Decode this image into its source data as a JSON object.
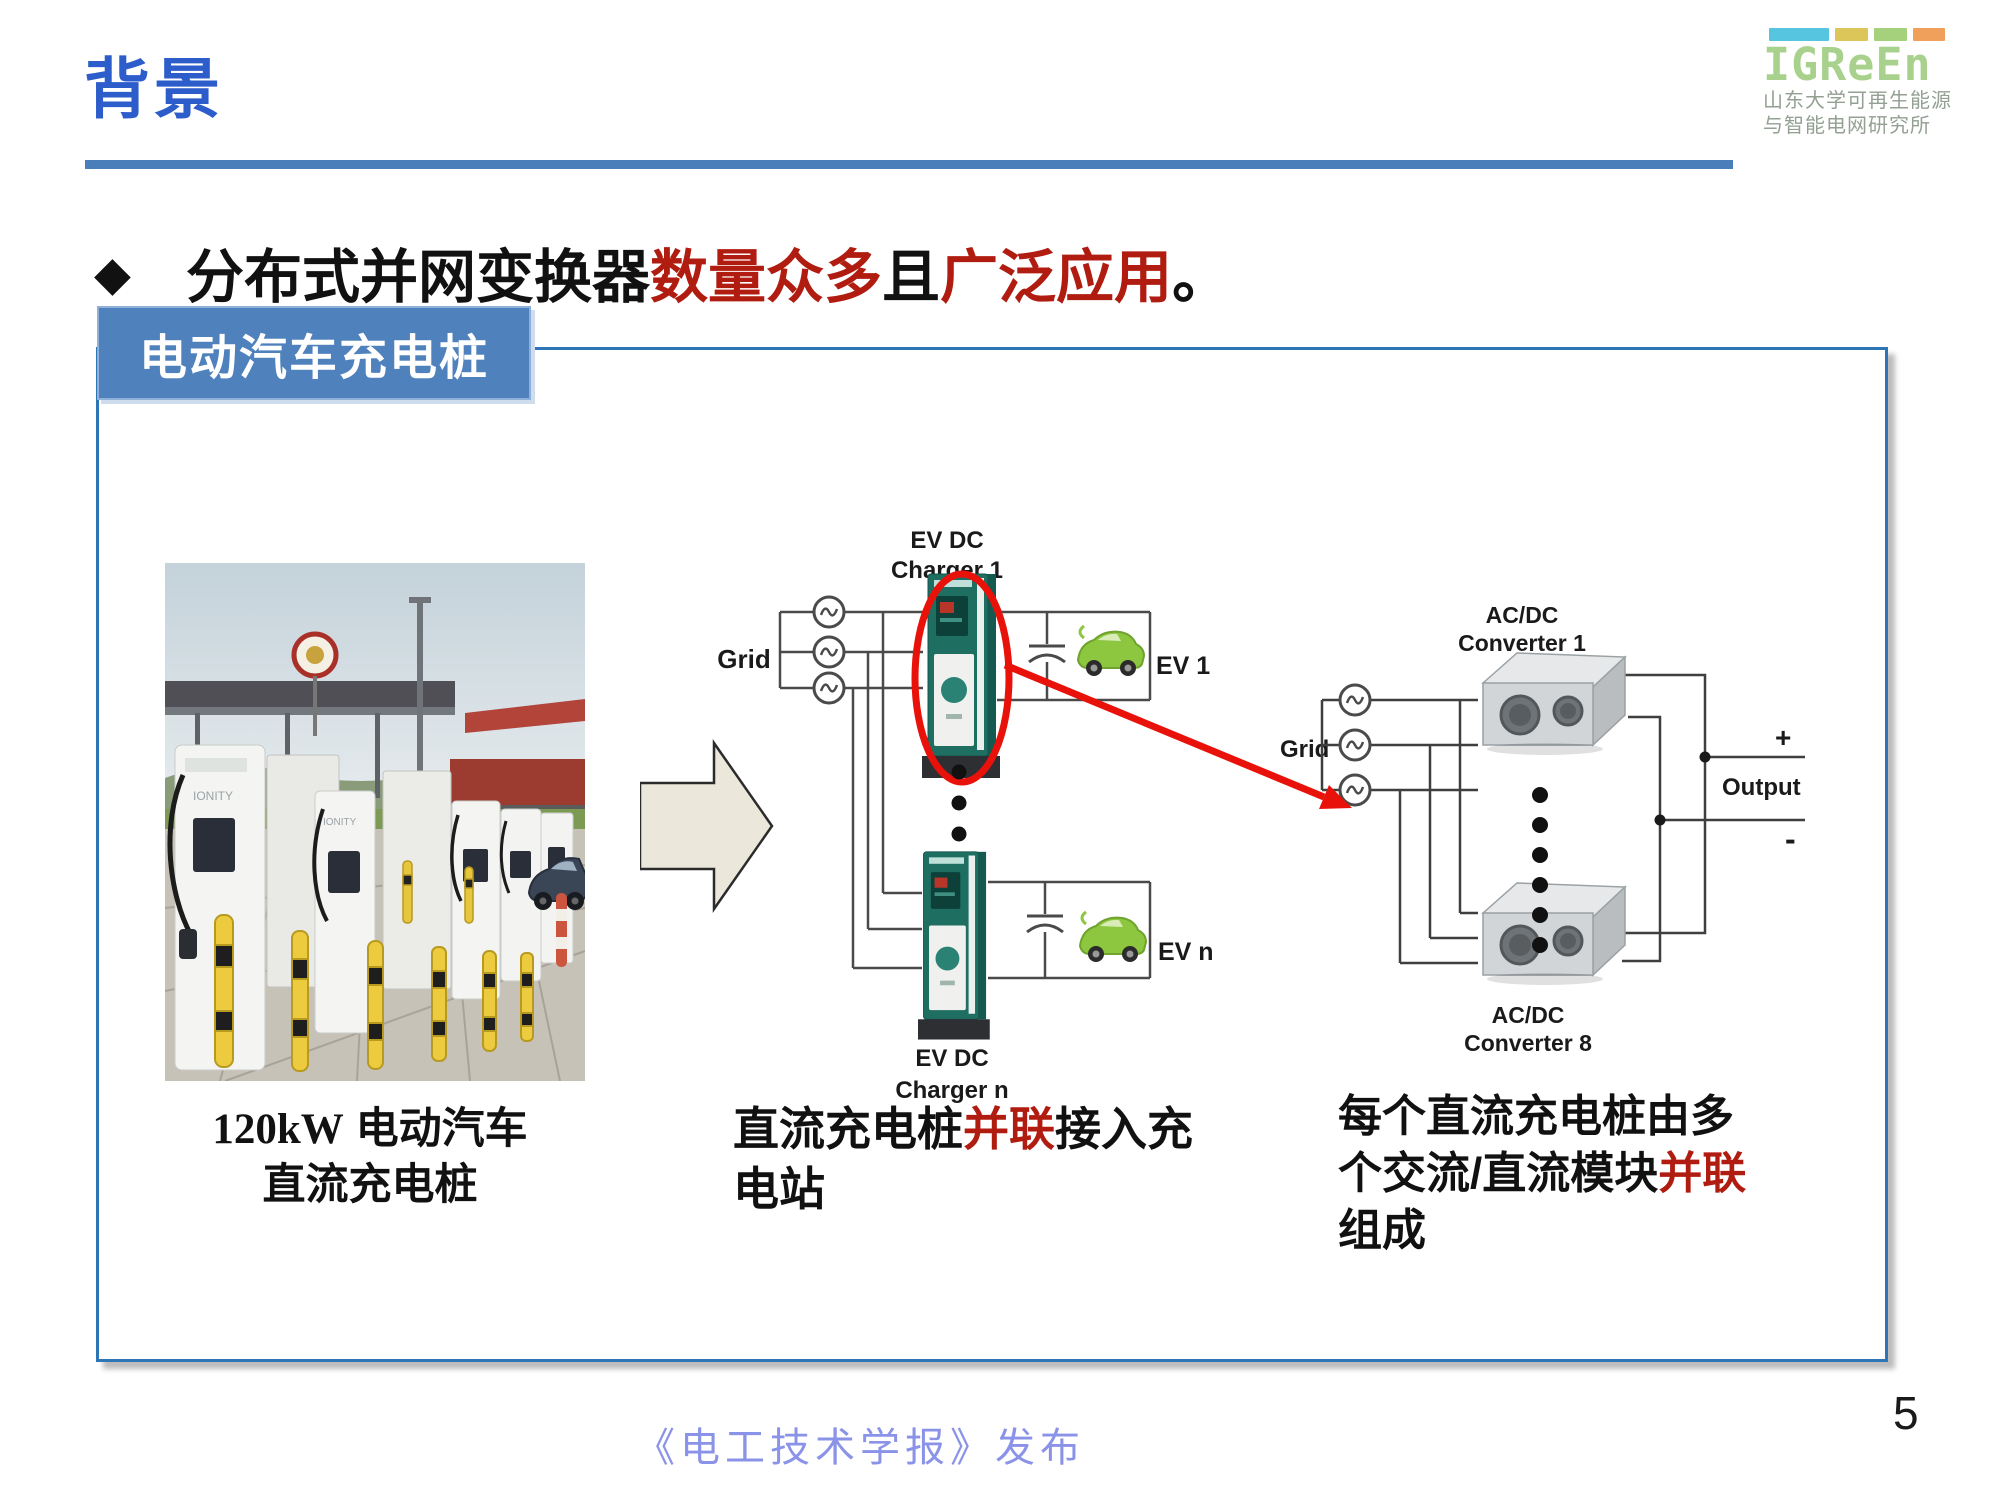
{
  "slide": {
    "title": "背景",
    "page_number": "5",
    "footer_text": "《电工技术学报》发布"
  },
  "logo": {
    "wordmark": "IGReEn",
    "org_line1": "山东大学可再生能源",
    "org_line2": "与智能电网研究所"
  },
  "bullet": {
    "marker": "◆",
    "seg1": "分布式并网变换器",
    "seg2": "数量众多",
    "seg3": "且",
    "seg4": "广泛应用",
    "seg5": "。"
  },
  "panel": {
    "tab_label": "电动汽车充电桩",
    "caption_left_num": "120kW",
    "caption_left_rest": " 电动汽车",
    "caption_left_line2": "直流充电桩",
    "caption_mid_seg1": "直流充电桩",
    "caption_mid_seg2": "并联",
    "caption_mid_seg3": "接入充电站",
    "caption_right_seg1": "每个直流充电桩由多个交流/直流模块",
    "caption_right_seg2": "并联",
    "caption_right_seg3": "组成"
  },
  "diagram_station": {
    "charger1_line1": "EV DC",
    "charger1_line2": "Charger 1",
    "chargern_line1": "EV DC",
    "chargern_line2": "Charger n",
    "grid_label": "Grid",
    "ev1_label": "EV 1",
    "evn_label": "EV n"
  },
  "diagram_module": {
    "conv1_line1": "AC/DC",
    "conv1_line2": "Converter 1",
    "conv8_line1": "AC/DC",
    "conv8_line2": "Converter 8",
    "grid_label": "Grid",
    "plus": "+",
    "minus": "-",
    "output_label": "Output"
  },
  "colors": {
    "title_blue": "#2d5dcb",
    "rule_blue": "#4a7ebb",
    "tab_blue": "#4f81bd",
    "box_border_blue": "#2e75b6",
    "accent_red": "#b01c10",
    "arrow_red": "#e8120a",
    "footer_blue": "#8a93e8",
    "logo_green": "#a9d18e",
    "charger_teal": "#1e6e62",
    "ev_green": "#8dc63f"
  }
}
